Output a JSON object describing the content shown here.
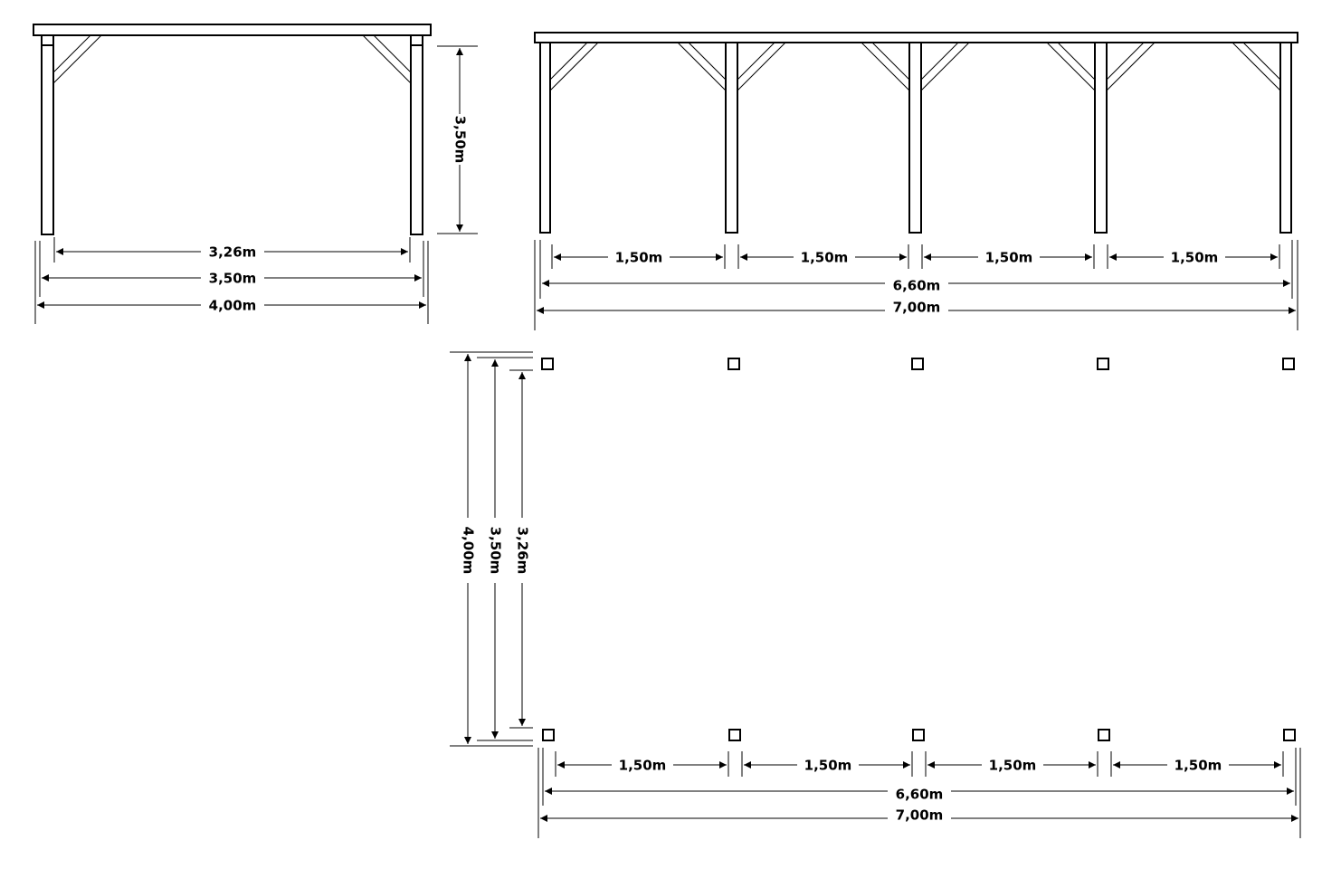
{
  "labels": {
    "side_inner_width": "3,26m",
    "side_axis_width": "3,50m",
    "side_total_width": "4,00m",
    "side_height": "3,50m",
    "front_bay_1": "1,50m",
    "front_bay_2": "1,50m",
    "front_bay_3": "1,50m",
    "front_bay_4": "1,50m",
    "front_axis_length": "6,60m",
    "front_total_length": "7,00m",
    "plan_total_depth": "4,00m",
    "plan_axis_depth": "3,50m",
    "plan_inner_depth": "3,26m",
    "plan_bay_1": "1,50m",
    "plan_bay_2": "1,50m",
    "plan_bay_3": "1,50m",
    "plan_bay_4": "1,50m",
    "plan_axis_length": "6,60m",
    "plan_total_length": "7,00m"
  }
}
